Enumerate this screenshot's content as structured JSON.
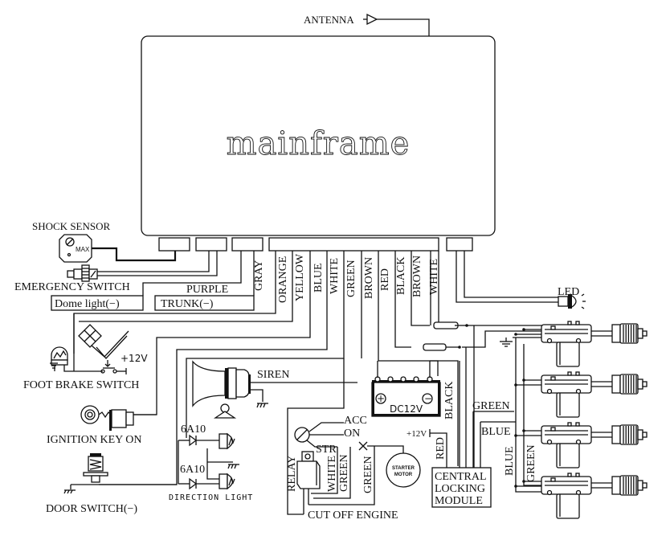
{
  "diagram": {
    "title": "mainframe",
    "antenna": "ANTENNA",
    "shock_sensor": {
      "label": "SHOCK SENSOR",
      "dial_text": "MAX"
    },
    "emergency_switch": "EMERGENCY SWITCH",
    "dome_light": "Dome light(−)",
    "purple": "PURPLE",
    "trunk": "TRUNK(−)",
    "wires": {
      "gray": "GRAY",
      "orange": "ORANGE",
      "yellow": "YELLOW",
      "blue": "BLUE",
      "white": "WHITE",
      "green": "GREEN",
      "brown": "BROWN",
      "red": "RED",
      "black": "BLACK",
      "brown2": "BROWN",
      "white2": "WHITE"
    },
    "led": "LED",
    "foot_brake": {
      "label": "FOOT BRAKE SWITCH",
      "voltage": "+12V"
    },
    "ignition": "IGNITION KEY  ON",
    "door_switch": "DOOR SWITCH(−)",
    "siren": "SIREN",
    "diode_top": "6A10",
    "diode_bottom": "6A10",
    "direction_light": "DIRECTION LIGHT",
    "battery": {
      "label": "DC12V",
      "plus": "+",
      "minus": "−"
    },
    "battery_wire": "BLACK",
    "ignition_switch": {
      "acc": "ACC",
      "on": "ON",
      "str": "STR"
    },
    "relay": "RELAY",
    "relay_wires": {
      "white": "WHITE",
      "green": "GREEN",
      "green2": "GREEN"
    },
    "starter_motor": {
      "line1": "STARTER",
      "line2": "MOTOR"
    },
    "cut_off": "CUT OFF ENGINE",
    "plus12": "+12V",
    "module_red": "RED",
    "central_locking": {
      "line1": "CENTRAL",
      "line2": "LOCKING",
      "line3": "MODULE"
    },
    "lock_wires": {
      "green": "GREEN",
      "blue": "BLUE",
      "blue_v": "BLUE",
      "green_v": "GREEN"
    },
    "actuator_count": 4
  }
}
